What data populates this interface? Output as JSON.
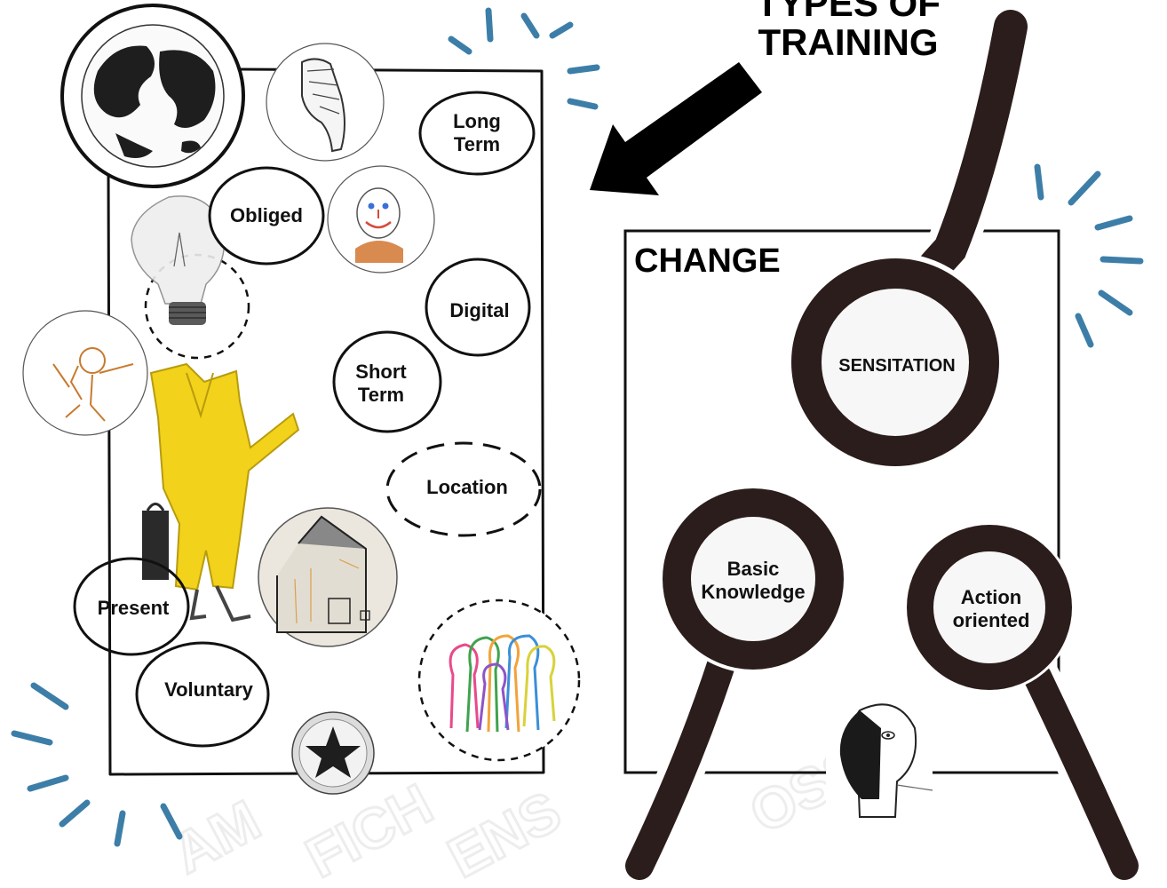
{
  "title": {
    "line1": "TYPES OF",
    "line2": "TRAINING"
  },
  "left_panel": {
    "bubbles": [
      {
        "id": "long-term",
        "lines": [
          "Long",
          "Term"
        ]
      },
      {
        "id": "obliged",
        "lines": [
          "Obliged"
        ]
      },
      {
        "id": "digital",
        "lines": [
          "Digital"
        ]
      },
      {
        "id": "short-term",
        "lines": [
          "Short",
          "Term"
        ]
      },
      {
        "id": "location",
        "lines": [
          "Location"
        ]
      },
      {
        "id": "present",
        "lines": [
          "Present"
        ]
      },
      {
        "id": "voluntary",
        "lines": [
          "Voluntary"
        ]
      }
    ],
    "illustrations": [
      "globe-icon",
      "pointing-hand-icon",
      "smiley-face-icon",
      "light-bulb-icon",
      "stick-figure-icon",
      "yellow-suit-figure",
      "house-drawing-icon",
      "star-stamp-icon",
      "colorful-people-icon"
    ]
  },
  "right_panel": {
    "heading": "CHANGE",
    "magnifiers": [
      {
        "id": "sensitation",
        "lines": [
          "SENSITATION"
        ]
      },
      {
        "id": "basic-knowledge",
        "lines": [
          "Basic",
          "Knowledge"
        ]
      },
      {
        "id": "action-oriented",
        "lines": [
          "Action",
          "oriented"
        ]
      }
    ],
    "illustrations": [
      "thinking-figure-icon"
    ]
  },
  "colors": {
    "ink": "#111111",
    "magnifier_ink": "#2b1d1c",
    "suit": "#f2d21a",
    "accent_lines": "#3d7ea8"
  }
}
